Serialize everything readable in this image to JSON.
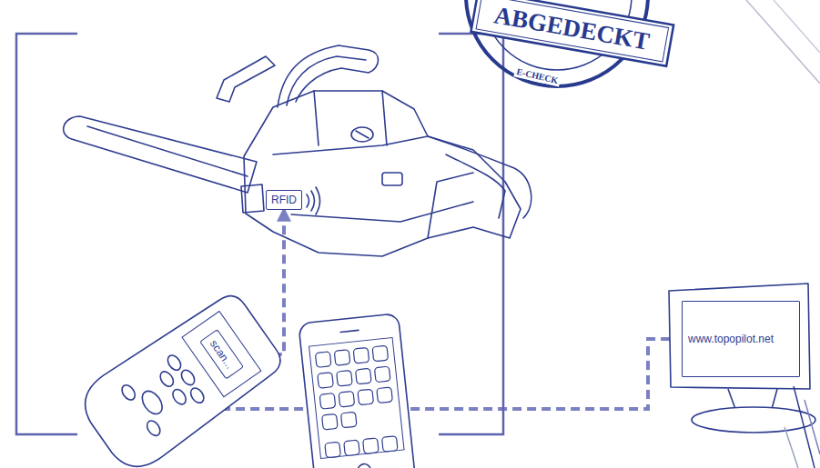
{
  "diagram": {
    "nodes": [
      {
        "text": [
          "RFID"
        ]
      },
      {
        "text": [
          "scan..."
        ]
      },
      {
        "text": [
          "www.topopilot.net"
        ]
      }
    ],
    "edges": [
      {
        "from": 1,
        "to": 0,
        "arrow": "to"
      },
      {
        "from": 1,
        "to": 2,
        "arrow": "to"
      }
    ],
    "labels": [
      "*",
      "ABGEDECKT",
      "E-CHECK"
    ]
  }
}
